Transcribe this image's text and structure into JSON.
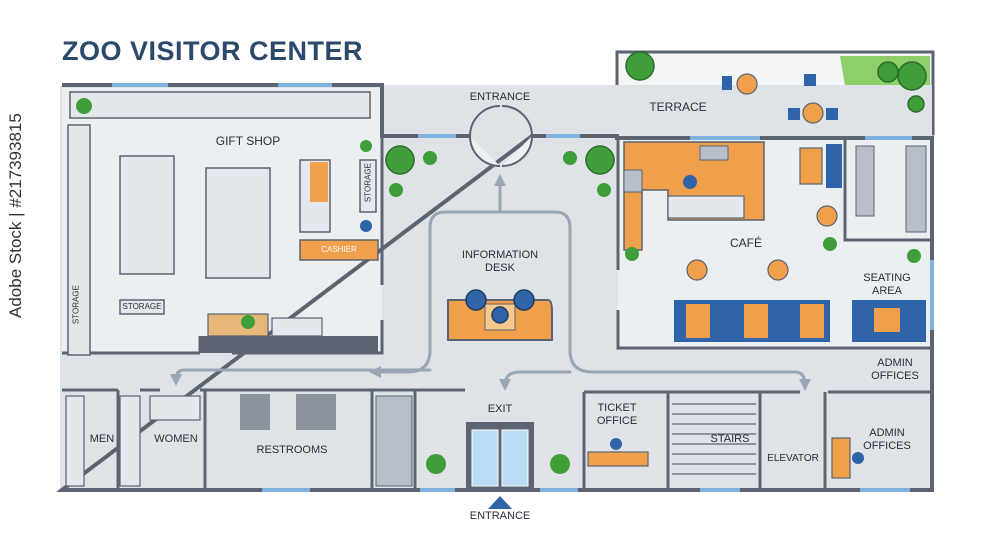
{
  "title": "ZOO VISITOR CENTER",
  "watermark": "Adobe Stock | #217393815",
  "rooms": {
    "gift_shop": "GIFT SHOP",
    "storage_vertical_shop": "STORAGE",
    "storage_vertical_left": "STORAGE",
    "storage_small": "STORAGE",
    "cashier": "CASHIER",
    "entrance_top": "ENTRANCE",
    "terrace": "TERRACE",
    "information_desk": "INFORMATION\nDESK",
    "cafe": "CAFÉ",
    "seating_area": "SEATING\nAREA",
    "admin_offices_1": "ADMIN\nOFFICES",
    "admin_offices_2": "ADMIN\nOFFICES",
    "men": "MEN",
    "women": "WOMEN",
    "restrooms": "RESTROOMS",
    "exit": "EXIT",
    "ticket_office": "TICKET\nOFFICE",
    "stairs": "STAIRS",
    "elevator": "ELEVATOR",
    "entrance_bottom": "ENTRANCE"
  },
  "colors": {
    "wall": "#5b6470",
    "floor": "#dfe3e8",
    "counter": "#f0a04b",
    "seat_blue": "#2f64a8",
    "plant": "#3f9e3a",
    "grass": "#8fcf6a",
    "arrow": "#9aa6b5",
    "title": "#2b4a6b"
  }
}
